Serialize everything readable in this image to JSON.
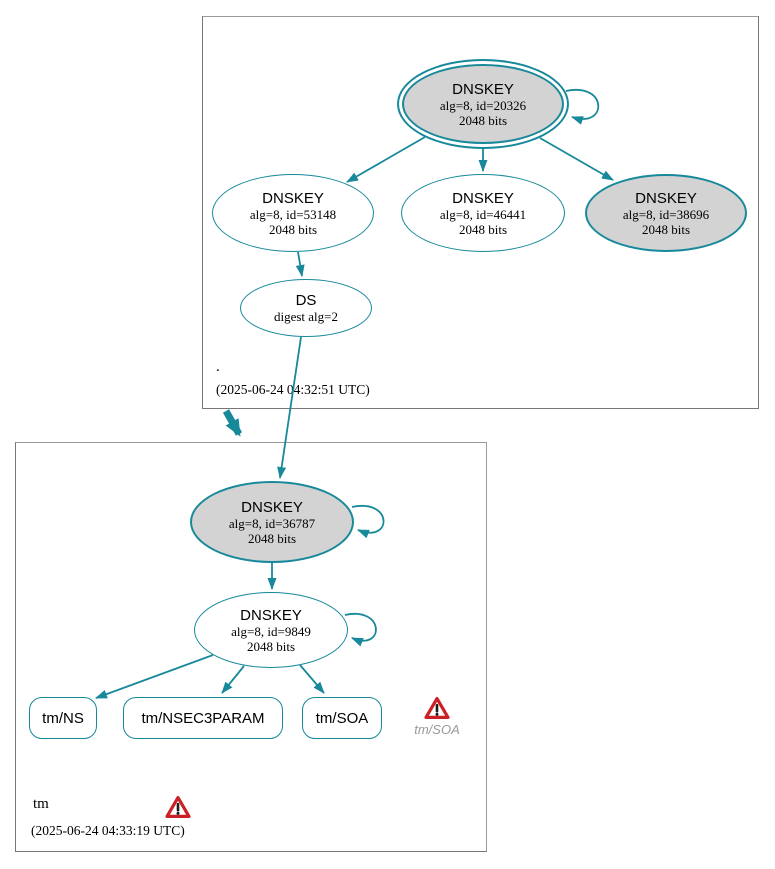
{
  "colors": {
    "accent_teal": "#17899A",
    "node_fill_gray": "#D3D3D3",
    "warning_red": "#CB2026",
    "muted_text": "#999999"
  },
  "root_zone": {
    "label": ".",
    "timestamp": "(2025-06-24 04:32:51 UTC)"
  },
  "tm_zone": {
    "label": "tm",
    "timestamp": "(2025-06-24 04:33:19 UTC)"
  },
  "nodes": {
    "ksk_root": {
      "title": "DNSKEY",
      "alg": "alg=8, id=20326",
      "bits": "2048 bits"
    },
    "zsk_root": {
      "title": "DNSKEY",
      "alg": "alg=8, id=53148",
      "bits": "2048 bits"
    },
    "dnskey_46441": {
      "title": "DNSKEY",
      "alg": "alg=8, id=46441",
      "bits": "2048 bits"
    },
    "dnskey_38696": {
      "title": "DNSKEY",
      "alg": "alg=8, id=38696",
      "bits": "2048 bits"
    },
    "ds": {
      "title": "DS",
      "detail": "digest alg=2"
    },
    "ksk_tm": {
      "title": "DNSKEY",
      "alg": "alg=8, id=36787",
      "bits": "2048 bits"
    },
    "zsk_tm": {
      "title": "DNSKEY",
      "alg": "alg=8, id=9849",
      "bits": "2048 bits"
    },
    "rrset_ns": {
      "label": "tm/NS"
    },
    "rrset_nsec3param": {
      "label": "tm/NSEC3PARAM"
    },
    "rrset_soa": {
      "label": "tm/SOA"
    },
    "warning_soa": {
      "label": "tm/SOA"
    }
  }
}
